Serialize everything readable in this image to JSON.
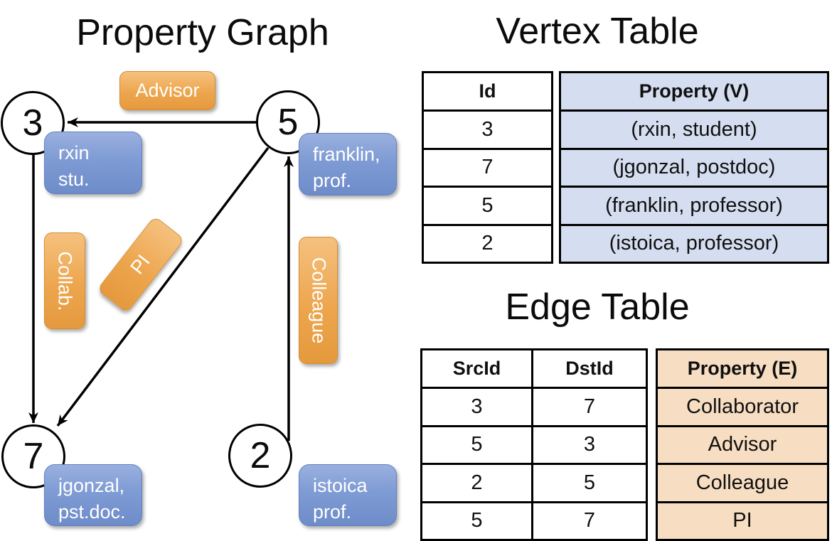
{
  "colors": {
    "blue_box_top": "#9ab0df",
    "blue_box_bottom": "#6e8cc9",
    "orange_box_top": "#f5c17f",
    "orange_box_bottom": "#e5993d",
    "vertex_cell_bg": "#d5def0",
    "edge_cell_bg": "#f7dec2",
    "line_color": "#000000"
  },
  "graph": {
    "title": "Property Graph",
    "vertices": [
      {
        "id": "3",
        "label_line1": "rxin",
        "label_line2": "stu."
      },
      {
        "id": "5",
        "label_line1": "franklin,",
        "label_line2": "prof."
      },
      {
        "id": "7",
        "label_line1": "jgonzal,",
        "label_line2": "pst.doc."
      },
      {
        "id": "2",
        "label_line1": "istoica",
        "label_line2": "prof."
      }
    ],
    "edge_labels": {
      "advisor": "Advisor",
      "collab": "Collab.",
      "pi": "PI",
      "colleague": "Colleague"
    }
  },
  "vertex_table": {
    "title": "Vertex Table",
    "id_header": "Id",
    "property_header": "Property (V)",
    "rows": [
      {
        "id": "3",
        "property": "(rxin, student)"
      },
      {
        "id": "7",
        "property": "(jgonzal, postdoc)"
      },
      {
        "id": "5",
        "property": "(franklin, professor)"
      },
      {
        "id": "2",
        "property": "(istoica, professor)"
      }
    ]
  },
  "edge_table": {
    "title": "Edge Table",
    "src_header": "SrcId",
    "dst_header": "DstId",
    "property_header": "Property (E)",
    "rows": [
      {
        "src": "3",
        "dst": "7",
        "property": "Collaborator"
      },
      {
        "src": "5",
        "dst": "3",
        "property": "Advisor"
      },
      {
        "src": "2",
        "dst": "5",
        "property": "Colleague"
      },
      {
        "src": "5",
        "dst": "7",
        "property": "PI"
      }
    ]
  }
}
